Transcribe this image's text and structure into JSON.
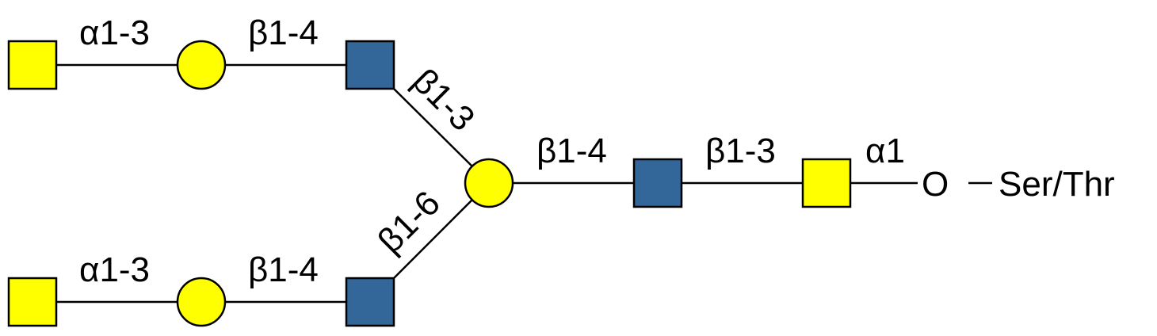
{
  "colors": {
    "galactose_yellow": "#ffff00",
    "glcnac_blue": "#336699"
  },
  "branches": {
    "upper": {
      "terminal_linkage": "α1-3",
      "gal_linkage": "β1-4",
      "core_linkage": "β1-3"
    },
    "lower": {
      "terminal_linkage": "α1-3",
      "gal_linkage": "β1-4",
      "core_linkage": "β1-6"
    }
  },
  "core": {
    "gal_linkage": "β1-4",
    "glcnac_linkage": "β1-3",
    "galnac_linkage": "α1"
  },
  "aglycone": {
    "oxygen": "O",
    "dash": "–",
    "amino_acid": "Ser/Thr"
  }
}
